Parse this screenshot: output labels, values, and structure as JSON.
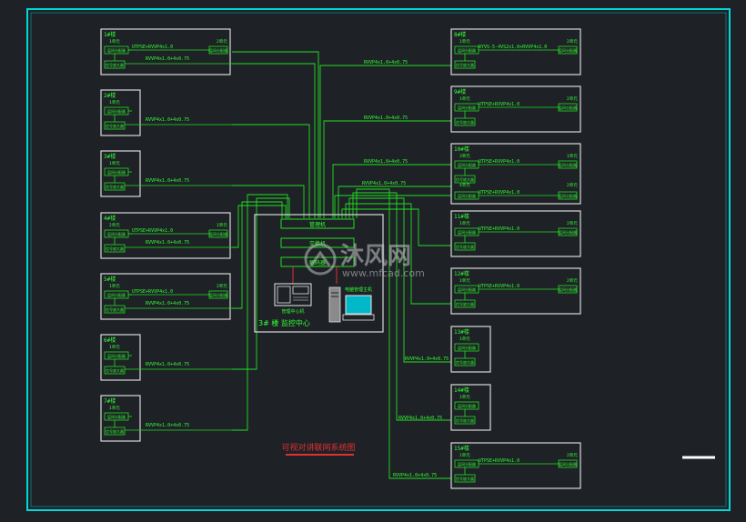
{
  "title": "可视对讲联网系统图",
  "center_room_label": "3# 楼 监控中心",
  "center_boxes": [
    "管理机",
    "交换机",
    "解码器"
  ],
  "center_devices": [
    "管理中心机",
    "电脑管理主机"
  ],
  "watermark": {
    "brand": "沐风网",
    "url": "www.mfcad.com"
  },
  "buildings_left": [
    {
      "name": "1#楼",
      "unit_a": "1单元",
      "unit_b": "2单元",
      "cable_top": "UTPSE+RVVP4x1.0",
      "cable_bus": "RVVP4x1.0+4x0.75",
      "device": "层间分配器",
      "splitter": "信号放大器"
    },
    {
      "name": "2#楼",
      "unit_a": "1单元",
      "cable_bus": "RVVP4x1.0+4x0.75",
      "device": "层间分配器",
      "splitter": "信号放大器"
    },
    {
      "name": "3#楼",
      "unit_a": "1单元",
      "cable_bus": "RVVP4x1.0+4x0.75",
      "device": "层间分配器",
      "splitter": "信号放大器"
    },
    {
      "name": "4#楼",
      "unit_a": "2单元",
      "unit_b": "1单元",
      "cable_top": "UTPSE+RVVP4x1.0",
      "cable_bus": "RVVP4x1.0+4x0.75",
      "device": "层间分配器",
      "splitter": "信号放大器"
    },
    {
      "name": "5#楼",
      "unit_a": "1单元",
      "unit_b": "2单元",
      "cable_top": "UTPSE+RVVP4x1.0",
      "cable_bus": "RVVP4x1.0+4x0.75",
      "device": "层间分配器",
      "splitter": "信号放大器"
    },
    {
      "name": "6#楼",
      "unit_a": "1单元",
      "cable_bus": "RVVP4x1.0+4x0.75",
      "device": "层间分配器",
      "splitter": "信号放大器"
    },
    {
      "name": "7#楼",
      "unit_a": "1单元",
      "cable_bus": "RVVP4x1.0+4x0.75",
      "device": "层间分配器",
      "splitter": "信号放大器"
    }
  ],
  "buildings_right": [
    {
      "name": "8#楼",
      "unit_a": "1单元",
      "unit_b": "2单元",
      "cable_top": "RYVS-5-4VS2x1.0+RVVP4x1.0",
      "cable_bus": "RVVP4x1.0+4x0.75",
      "device": "层间分配器",
      "splitter": "信号放大器"
    },
    {
      "name": "9#楼",
      "unit_a": "1单元",
      "unit_b": "2单元",
      "cable_top": "UTPSE+RVVP4x1.0",
      "cable_bus": "RVVP4x1.0+4x0.75",
      "device": "层间分配器",
      "splitter": "信号放大器"
    },
    {
      "name": "10#楼",
      "unit_a": "3单元",
      "unit_b": "1单元",
      "unit_c": "4单元",
      "unit_d": "2单元",
      "cable_top": "UTPSE+RVVP4x1.0",
      "cable_mid": "UTPSE+RVVP4x1.0",
      "cable_bus": "RVVP4x1.0+4x0.75",
      "device": "层间分配器",
      "splitter": "信号放大器"
    },
    {
      "name": "11#楼",
      "unit_a": "1单元",
      "unit_b": "2单元",
      "cable_top": "UTPSE+RVVP4x1.0",
      "cable_bus": "RVVP4x1.0+4x0.75",
      "device": "层间分配器",
      "splitter": "信号放大器"
    },
    {
      "name": "12#楼",
      "unit_a": "1单元",
      "unit_b": "2单元",
      "cable_top": "UTPSE+RVVP4x1.0",
      "cable_bus": "RVVP4x1.0+4x0.75",
      "device": "层间分配器",
      "splitter": "信号放大器"
    },
    {
      "name": "13#楼",
      "unit_a": "1单元",
      "cable_bus": "RVVP4x1.0+4x0.75",
      "device": "层间分配器",
      "splitter": "信号放大器"
    },
    {
      "name": "14#楼",
      "unit_a": "1单元",
      "cable_bus": "RVVP4x1.0+4x0.75",
      "device": "层间分配器",
      "splitter": "信号放大器"
    },
    {
      "name": "15#楼",
      "unit_a": "1单元",
      "unit_b": "2单元",
      "cable_top": "UTPSE+RVVP4x1.0",
      "cable_bus": "RVVP4x1.0+4x0.75",
      "device": "层间分配器",
      "splitter": "信号放大器"
    }
  ],
  "colors": {
    "background": "#1e2227",
    "frame": "#00d8d8",
    "box": "#d8d8d8",
    "wire": "#22dd22",
    "text": "#33ff33",
    "title": "#e03030",
    "accent": "#ffffff"
  }
}
